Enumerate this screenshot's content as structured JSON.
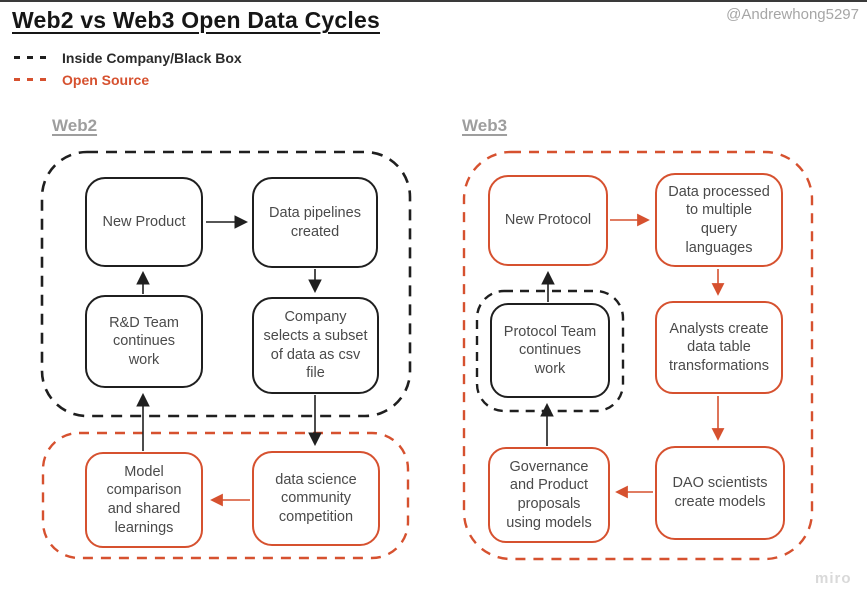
{
  "page": {
    "title": "Web2 vs Web3 Open Data Cycles",
    "author_handle": "@Andrewhong5297",
    "watermark": "miro"
  },
  "colors": {
    "ink": "#1f1f1f",
    "red": "#d6512f",
    "text": "#4a4a4a",
    "muted": "#9e9e9e"
  },
  "legend": {
    "items": [
      {
        "label": "Inside Company/Black Box",
        "color": "#1f1f1f"
      },
      {
        "label": "Open Source",
        "color": "#d6512f"
      }
    ]
  },
  "web2": {
    "heading": "Web2",
    "boxes": {
      "new_product": "New Product",
      "data_pipelines": "Data pipelines\ncreated",
      "rd_team": "R&D Team\ncontinues\nwork",
      "company_subset": "Company\nselects a subset\nof data as csv\nfile",
      "model_comparison": "Model\ncomparison\nand shared\nlearnings",
      "data_science": "data science\ncommunity\ncompetition"
    }
  },
  "web3": {
    "heading": "Web3",
    "boxes": {
      "new_protocol": "New Protocol",
      "data_processed": "Data processed\nto multiple\nquery\nlanguages",
      "protocol_team": "Protocol Team\ncontinues\nwork",
      "analysts": "Analysts create\ndata table\ntransformations",
      "governance": "Governance\nand Product\nproposals\nusing models",
      "dao_scientists": "DAO scientists\ncreate models"
    }
  }
}
